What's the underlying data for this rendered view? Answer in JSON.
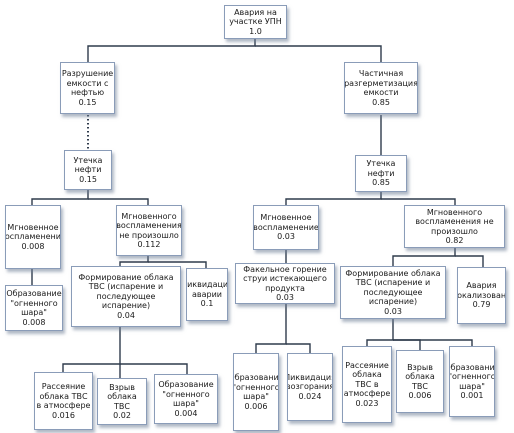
{
  "tree": {
    "root": {
      "label": "Авария на участке УПН",
      "value": "1.0"
    },
    "n_destruction": {
      "label": "Разрушение емкости с нефтью",
      "value": "0.15"
    },
    "n_partial": {
      "label": "Частичная разгерметизация емкости",
      "value": "0.85"
    },
    "n_leak_l": {
      "label": "Утечка нефти",
      "value": "0.15"
    },
    "n_leak_r": {
      "label": "Утечка нефти",
      "value": "0.85"
    },
    "n_ign_l": {
      "label": "Мгновенное воспламенение",
      "value": "0.008"
    },
    "n_noign_l": {
      "label": "Мгновенного воспламенения не произошло",
      "value": "0.112"
    },
    "n_ign_r": {
      "label": "Мгновенное воспламенение",
      "value": "0.03"
    },
    "n_noign_r": {
      "label": "Мгновенного воспламенения не произошло",
      "value": "0.82"
    },
    "n_fireball_l": {
      "label": "Образование \"огненного шара\"",
      "value": "0.008"
    },
    "n_cloud_l": {
      "label": "Формирование облака ТВС (испарение и последующее испарение)",
      "value": "0.04"
    },
    "n_liquid_l": {
      "label": "Ликвидация аварии",
      "value": "0.1"
    },
    "n_torch": {
      "label": "Факельное горение струи истекающего продукта",
      "value": "0.03"
    },
    "n_cloud_r": {
      "label": "Формирование облака ТВС (испарение и последующее испарение)",
      "value": "0.03"
    },
    "n_localized": {
      "label": "Авария локализована",
      "value": "0.79"
    },
    "n_disp_l": {
      "label": "Рассеяние облака ТВС в атмосфере",
      "value": "0.016"
    },
    "n_expl_l": {
      "label": "Взрыв облака ТВС",
      "value": "0.02"
    },
    "n_fire_l": {
      "label": "Образование \"огненного шара\"",
      "value": "0.004"
    },
    "n_fireball_r": {
      "label": "Образование \"огненного шара\"",
      "value": "0.006"
    },
    "n_liquid_r": {
      "label": "Ликвидация возгорания",
      "value": "0.024"
    },
    "n_disp_r": {
      "label": "Рассеяние облака ТВС в атмосфере",
      "value": "0.023"
    },
    "n_expl_r": {
      "label": "Взрыв облака ТВС",
      "value": "0.006"
    },
    "n_fire_r": {
      "label": "Образование \"огненного шара\"",
      "value": "0.001"
    }
  }
}
